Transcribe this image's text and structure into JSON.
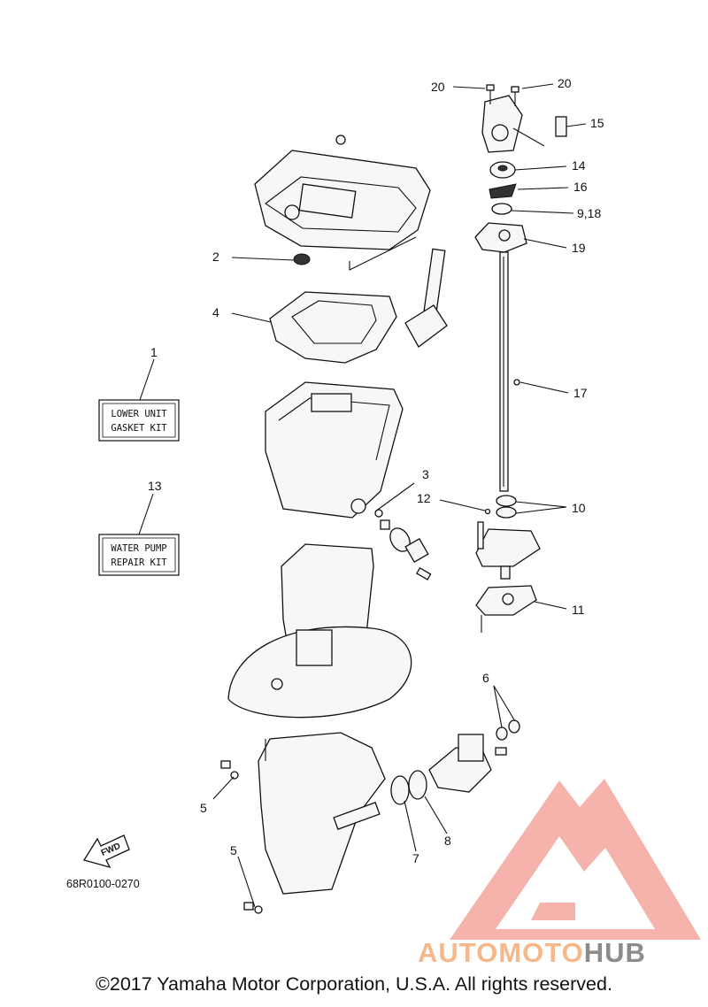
{
  "callouts": {
    "c1": "1",
    "c2": "2",
    "c3": "3",
    "c4": "4",
    "c5a": "5",
    "c5b": "5",
    "c6": "6",
    "c7": "7",
    "c8": "8",
    "c9_18": "9,18",
    "c10": "10",
    "c11": "11",
    "c12": "12",
    "c13": "13",
    "c14": "14",
    "c15": "15",
    "c16": "16",
    "c17": "17",
    "c19": "19",
    "c20a": "20",
    "c20b": "20"
  },
  "kits": {
    "gasket_line1": "LOWER UNIT",
    "gasket_line2": "GASKET KIT",
    "pump_line1": "WATER PUMP",
    "pump_line2": "REPAIR KIT"
  },
  "fwd_label": "FWD",
  "part_number": "68R0100-0270",
  "watermark": {
    "word_part1": "AUTOMOTO",
    "word_part2": "HUB",
    "color_part1": "#f5b88a",
    "color_part2": "#8c8c8c",
    "logo_color": "#f08a7f"
  },
  "copyright": "©2017 Yamaha Motor Corporation, U.S.A. All rights reserved."
}
